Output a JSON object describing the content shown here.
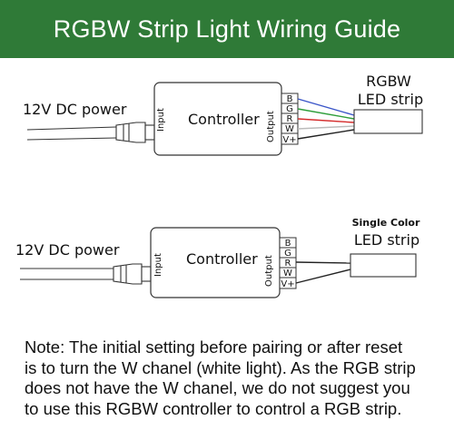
{
  "header": {
    "title": "RGBW Strip Light Wiring Guide"
  },
  "diagram1": {
    "power_label": "12V DC power",
    "controller_label": "Controller",
    "input_label": "Input",
    "output_label": "Output",
    "pins": [
      "B",
      "G",
      "R",
      "W",
      "V+"
    ],
    "strip_label_top": "RGBW",
    "strip_label_bottom": "LED strip"
  },
  "diagram2": {
    "power_label": "12V DC power",
    "controller_label": "Controller",
    "input_label": "Input",
    "output_label": "Output",
    "pins": [
      "B",
      "G",
      "R",
      "W",
      "V+"
    ],
    "strip_label_top": "Single Color",
    "strip_label_bottom": "LED strip"
  },
  "colors": {
    "banner": "#2f7a37",
    "wire_blue": "#3a55c8",
    "wire_green": "#2e9e3a",
    "wire_red": "#d42a2a",
    "wire_white": "#bbbbbb",
    "wire_black": "#222222"
  },
  "note": {
    "lines": [
      "Note: The initial setting before pairing or after reset",
      "is to turn the W chanel (white light). As the RGB strip",
      "does not have the W chanel, we do not suggest you",
      "to use this RGBW controller to control a RGB strip."
    ]
  }
}
